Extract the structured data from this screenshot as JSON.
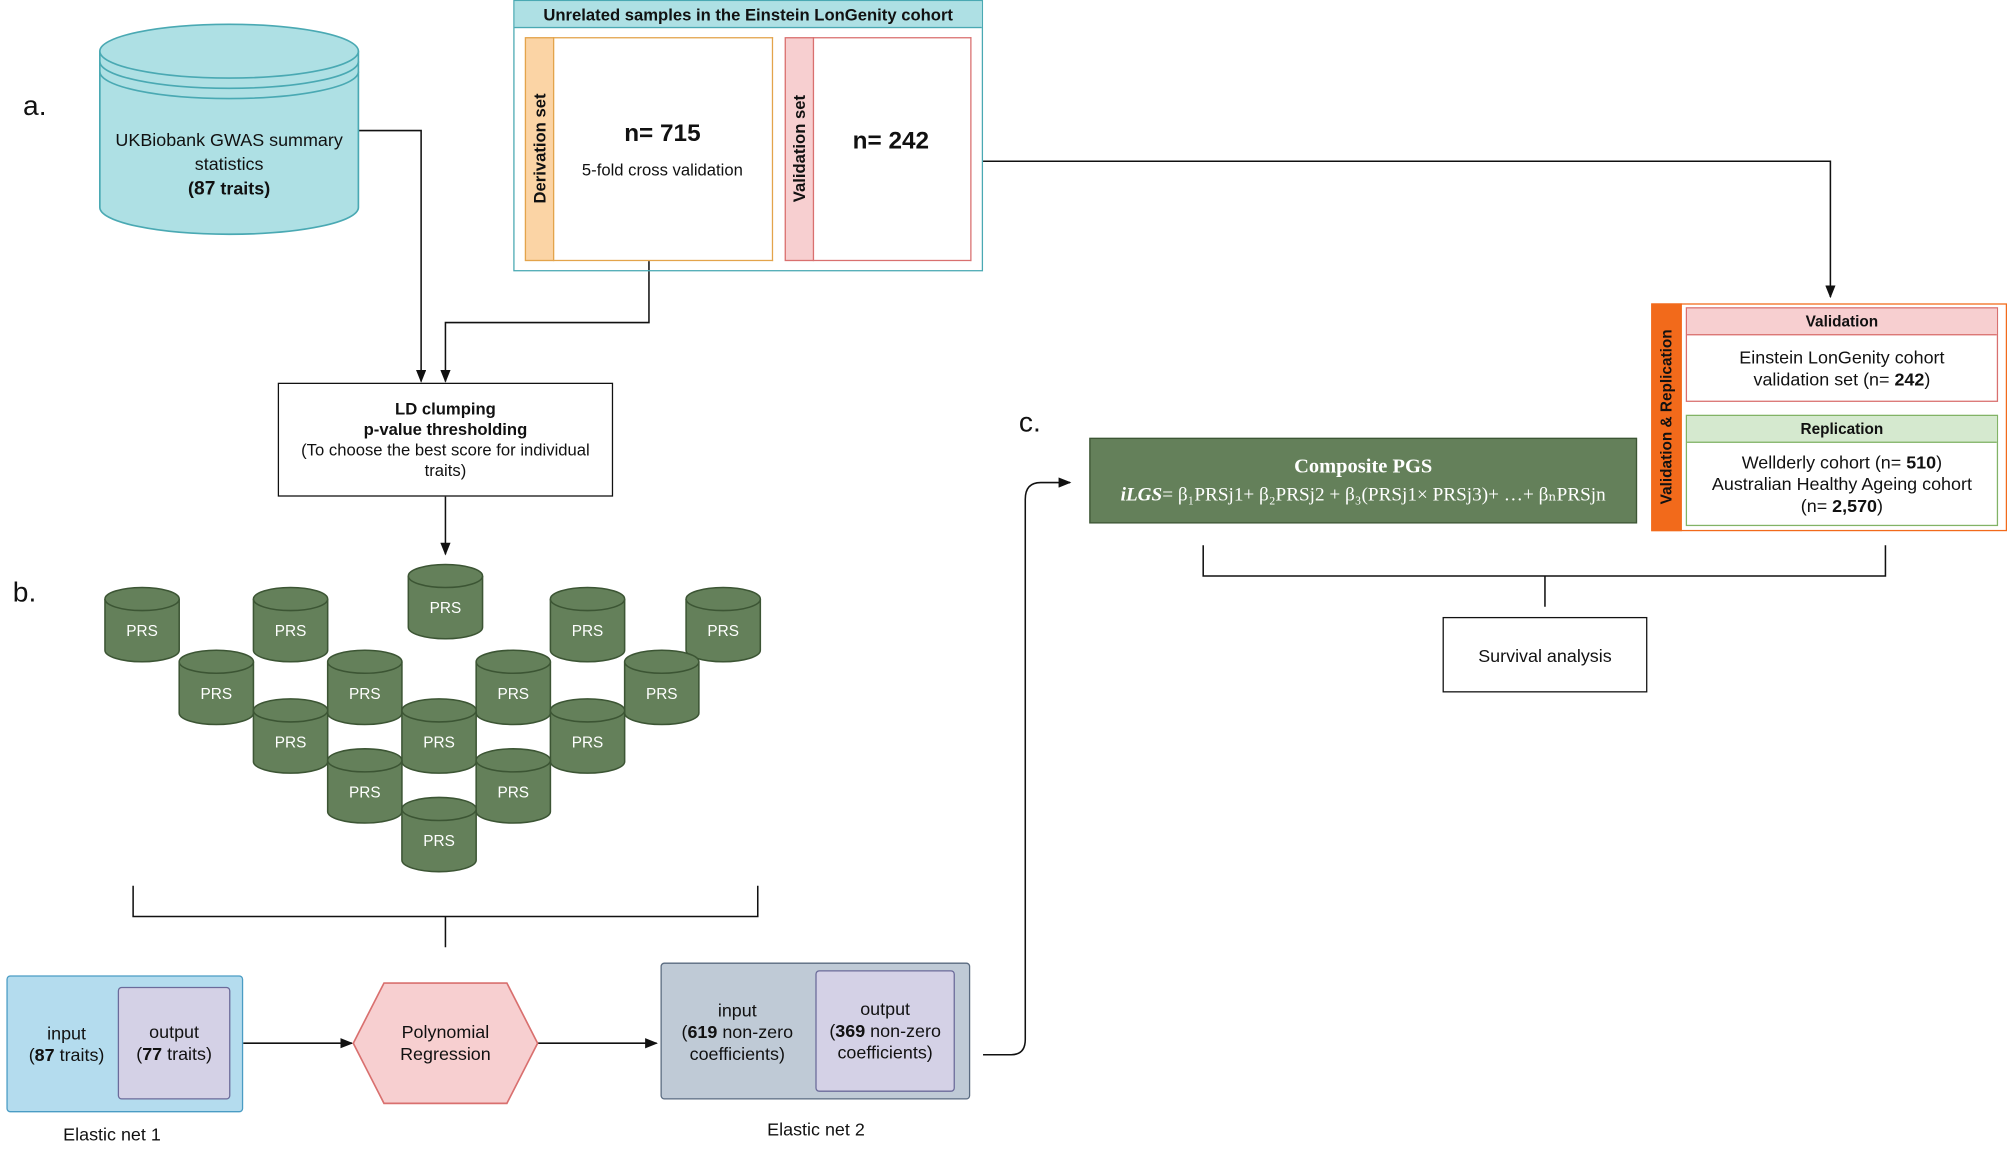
{
  "panels": {
    "a": "a.",
    "b": "b.",
    "c": "c."
  },
  "ukbiobank": {
    "line1": "UKBiobank GWAS summary",
    "line2": "statistics",
    "count": "87",
    "count_suffix": " traits)",
    "paren_open": "("
  },
  "cohort": {
    "title": "Unrelated samples in the Einstein LonGenity cohort",
    "derivation_label": "Derivation set",
    "derivation_n": "n= 715",
    "derivation_note": "5-fold cross validation",
    "validation_label": "Validation set",
    "validation_n": "n= 242"
  },
  "ld": {
    "line1": "LD clumping",
    "line2": "p-value thresholding",
    "line3": "(To choose the best score for individual",
    "line4": "traits)"
  },
  "prs_label": "PRS",
  "elastic1": {
    "input_label": "input",
    "input_count": "87",
    "input_suffix": " traits)",
    "output_label": "output",
    "output_count": "77",
    "output_suffix": " traits)",
    "caption": "Elastic net 1"
  },
  "poly": {
    "line1": "Polynomial",
    "line2": "Regression"
  },
  "elastic2": {
    "input_label": "input",
    "input_count": "619",
    "input_suffix": " non-zero",
    "input_line3": "coefficients)",
    "output_label": "output",
    "output_count": "369",
    "output_suffix": " non-zero",
    "output_line3": "coefficients)",
    "caption": "Elastic net 2"
  },
  "composite": {
    "title": "Composite PGS",
    "formula_name": "iLGS",
    "formula": "= β₁PRSj1+ β₂PRSj2 + β₃(PRSj1× PRSj3)+ …+ βₙPRSjn"
  },
  "valrep": {
    "side_label": "Validation & Replication",
    "validation_header": "Validation",
    "validation_line1": "Einstein LonGenity cohort",
    "validation_line2": "validation set (n= ",
    "validation_n": "242",
    "replication_header": "Replication",
    "rep_line1": "Wellderly cohort (n= ",
    "rep_n1": "510",
    "rep_line2": "Australian Healthy Ageing cohort",
    "rep_line3": "(n= ",
    "rep_n2": "2,570"
  },
  "survival": "Survival analysis",
  "colors": {
    "cyan": "#aee0e4",
    "cyan_border": "#4aa9b3",
    "orange": "#fbd4a5",
    "orange_border": "#e3a44b",
    "pink": "#f7cfd0",
    "pink_border": "#d9706f",
    "green": "#64805a",
    "green_dark": "#3c5534",
    "lightblue": "#b4dcee",
    "purple": "#d4d1e6",
    "slate": "#bfcad6",
    "deep_orange": "#f26a1b",
    "light_green": "#d5e9cf"
  }
}
